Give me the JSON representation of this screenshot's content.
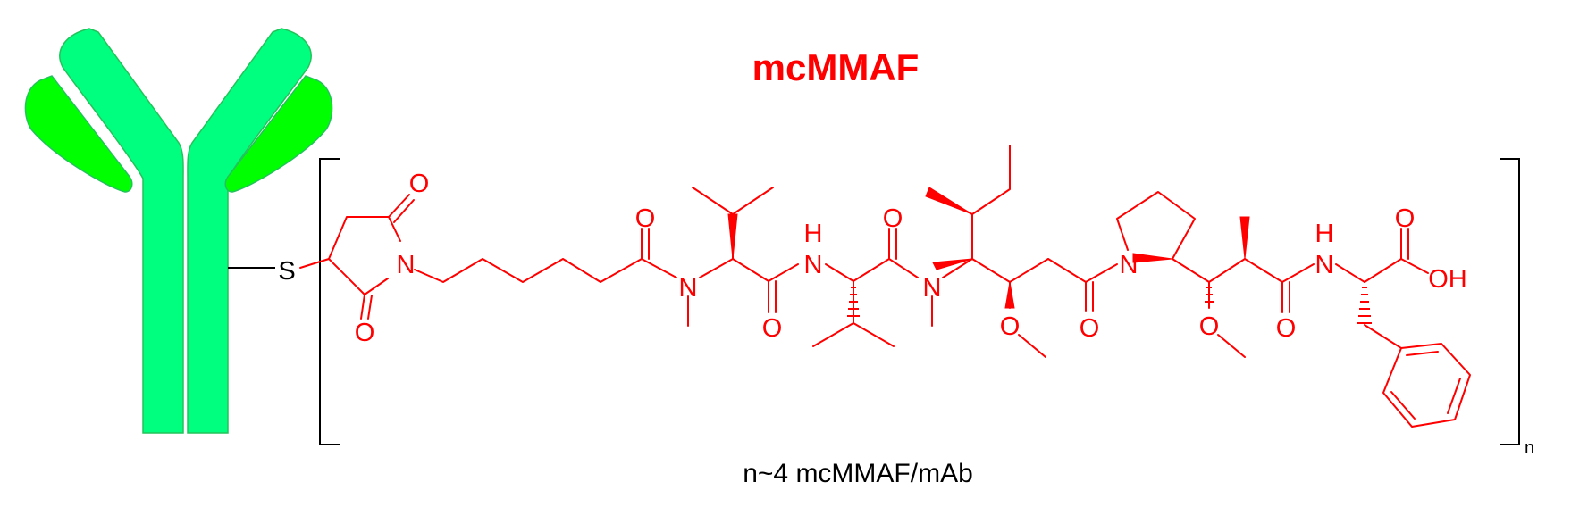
{
  "title": "mcMMAF",
  "caption": "n~4 mcMMAF/mAb",
  "bracket_subscript": "n",
  "linker_atom": "S",
  "atoms": {
    "succinimide_o_top": "O",
    "succinimide_o_bottom": "O",
    "succinimide_n": "N",
    "amide1_o": "O",
    "n_methyl_val_n": "N",
    "val_carbonyl_o": "O",
    "val_nh_h": "H",
    "val_nh_n": "N",
    "val2_carbonyl_o": "O",
    "dil_n": "N",
    "dil_methoxy_o": "O",
    "dil_carbonyl_o": "O",
    "dap_n": "N",
    "dap_methoxy_o": "O",
    "dap_carbonyl_o": "O",
    "phe_nh_h": "H",
    "phe_nh_n": "N",
    "acid_o": "O",
    "acid_oh": "OH"
  },
  "colors": {
    "drug": "#ff0000",
    "antibody_body": "#00ff7f",
    "antibody_arm": "#00ff00",
    "antibody_outline": "#22c35a",
    "bracket": "#000000",
    "text": "#000000"
  }
}
